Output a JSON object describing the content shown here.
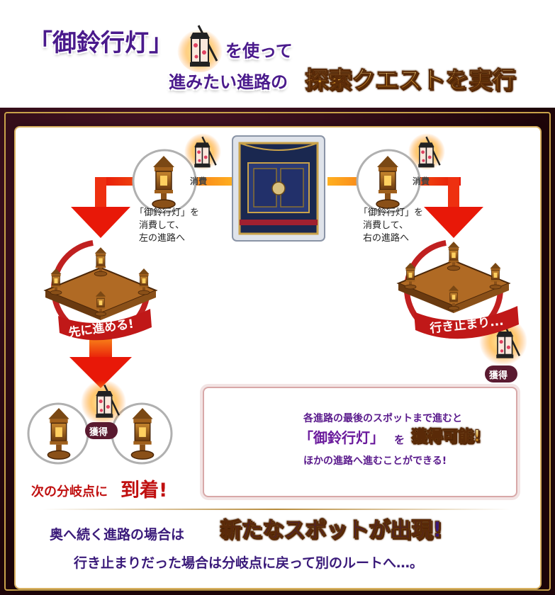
{
  "header": {
    "item_name": "「御鈴行灯」",
    "line1_suffix": "を使って",
    "line2_prefix": "進みたい進路の",
    "line2_highlight": "探索クエストを実行"
  },
  "diagram": {
    "left_consume_label": "消費",
    "right_consume_label": "消費",
    "left_note": [
      "「御鈴行灯」を",
      "消費して、",
      "左の進路へ"
    ],
    "right_note": [
      "「御鈴行灯」を",
      "消費して、",
      "右の進路へ"
    ],
    "left_result": "先に進める!",
    "right_result": "行き止まり...",
    "right_obtain": "獲得",
    "center_obtain": "獲得",
    "arrive_prefix": "次の分岐点に",
    "arrive_highlight": "到着!"
  },
  "info_box": {
    "line1": "各進路の最後のスポットまで進むと",
    "line2_item": "「御鈴行灯」",
    "line2_mid": "を",
    "line2_highlight": "獲得可能!",
    "line3": "ほかの進路へ進むことができる!"
  },
  "footer": {
    "line1_prefix": "奥へ続く進路の場合は",
    "line1_highlight": "新たなスポットが出現!",
    "line2": "行き止まりだった場合は分岐点に戻って別のルートへ…。"
  },
  "colors": {
    "accent_red": "#e8200c",
    "purple_text": "#4a1a8c",
    "gold": "#e0a030",
    "frame_dark": "#2a0810"
  }
}
